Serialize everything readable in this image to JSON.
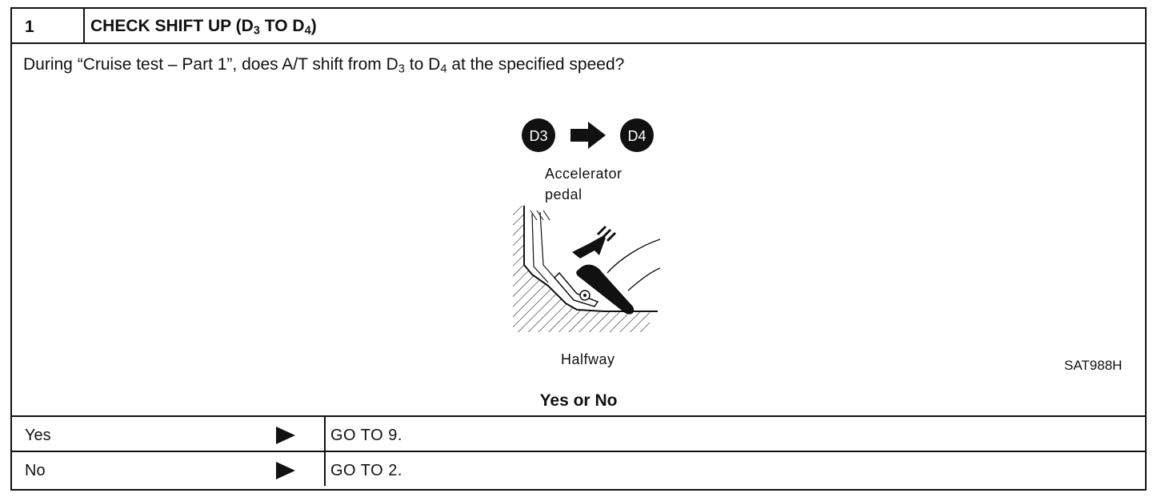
{
  "header": {
    "step_number": "1",
    "title_prefix": "CHECK SHIFT UP (D",
    "title_sub1": "3",
    "title_mid": " TO D",
    "title_sub2": "4",
    "title_suffix": ")"
  },
  "question": {
    "text_prefix": "During “Cruise test – Part 1”, does A/T shift from D",
    "sub1": "3",
    "text_mid": " to D",
    "sub2": "4",
    "text_suffix": " at the specified speed?"
  },
  "illustration": {
    "badge_from": "D3",
    "badge_to": "D4",
    "pedal_label_line1": "Accelerator",
    "pedal_label_line2": "pedal",
    "position_label": "Halfway",
    "figure_code": "SAT988H"
  },
  "decision_prompt": "Yes or No",
  "answers": [
    {
      "label": "Yes",
      "action": "GO TO 9."
    },
    {
      "label": "No",
      "action": "GO TO 2."
    }
  ]
}
